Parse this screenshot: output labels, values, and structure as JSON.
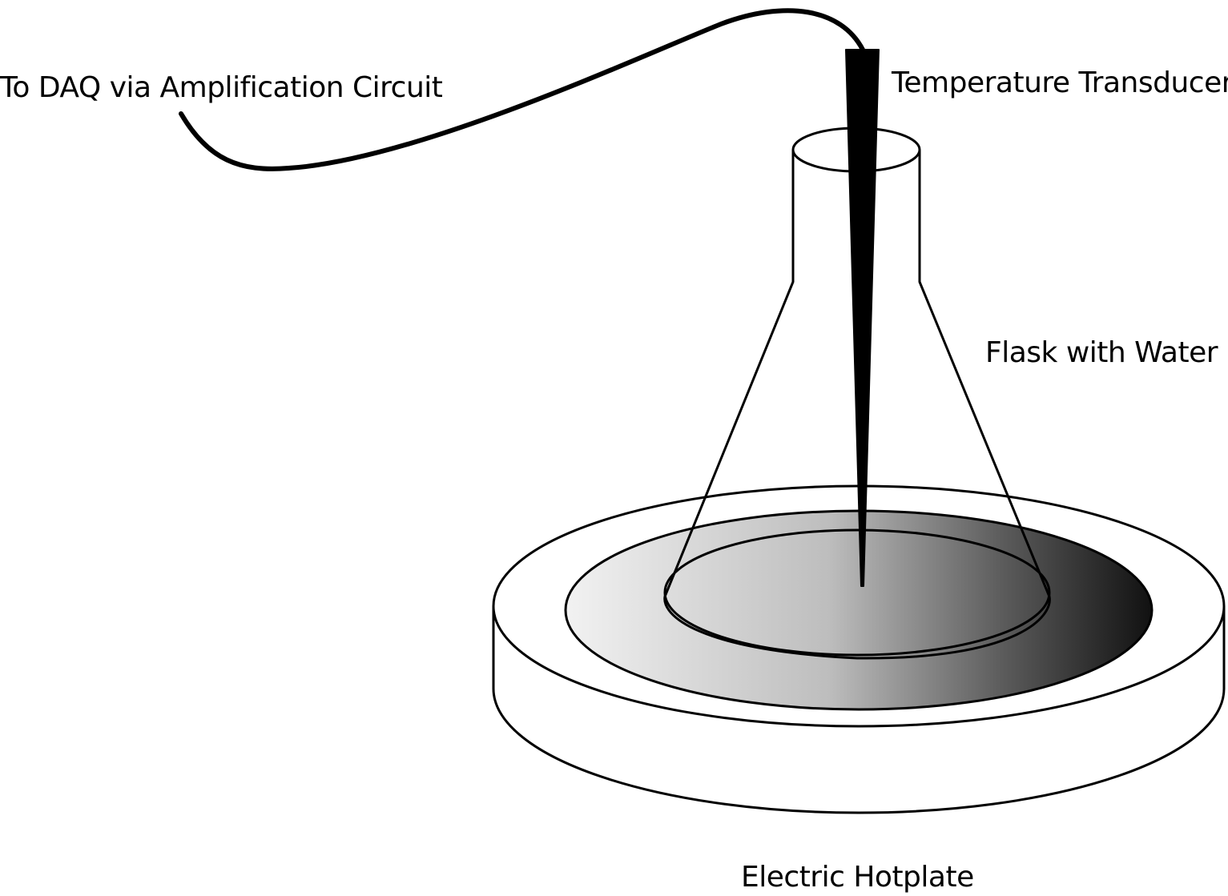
{
  "labels": {
    "daq": "To DAQ via Amplification Circuit",
    "transducer": "Temperature Transducer",
    "flask": "Flask with Water",
    "hotplate": "Electric Hotplate"
  },
  "colors": {
    "stroke": "#000000",
    "background": "#ffffff",
    "plate_light": "#f2f2f2",
    "plate_dark": "#111111"
  }
}
